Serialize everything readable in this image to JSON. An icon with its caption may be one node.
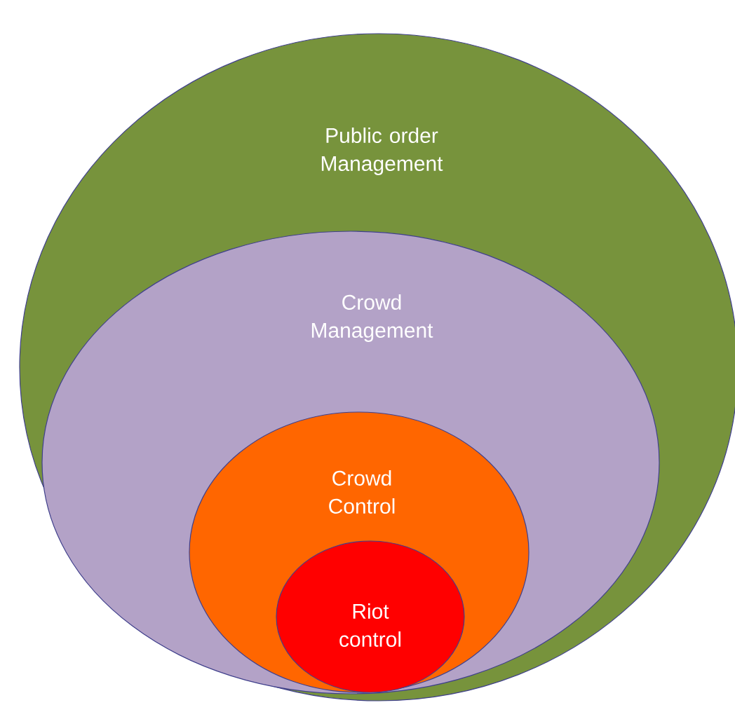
{
  "diagram": {
    "nodes": [
      {
        "text": [
          "Public order Management"
        ]
      },
      {
        "text": [
          "Crowd Management"
        ],
        "in": 0
      },
      {
        "text": [
          "Crowd Control"
        ],
        "in": 1
      },
      {
        "text": [
          "Riot control"
        ],
        "in": 2
      }
    ]
  }
}
